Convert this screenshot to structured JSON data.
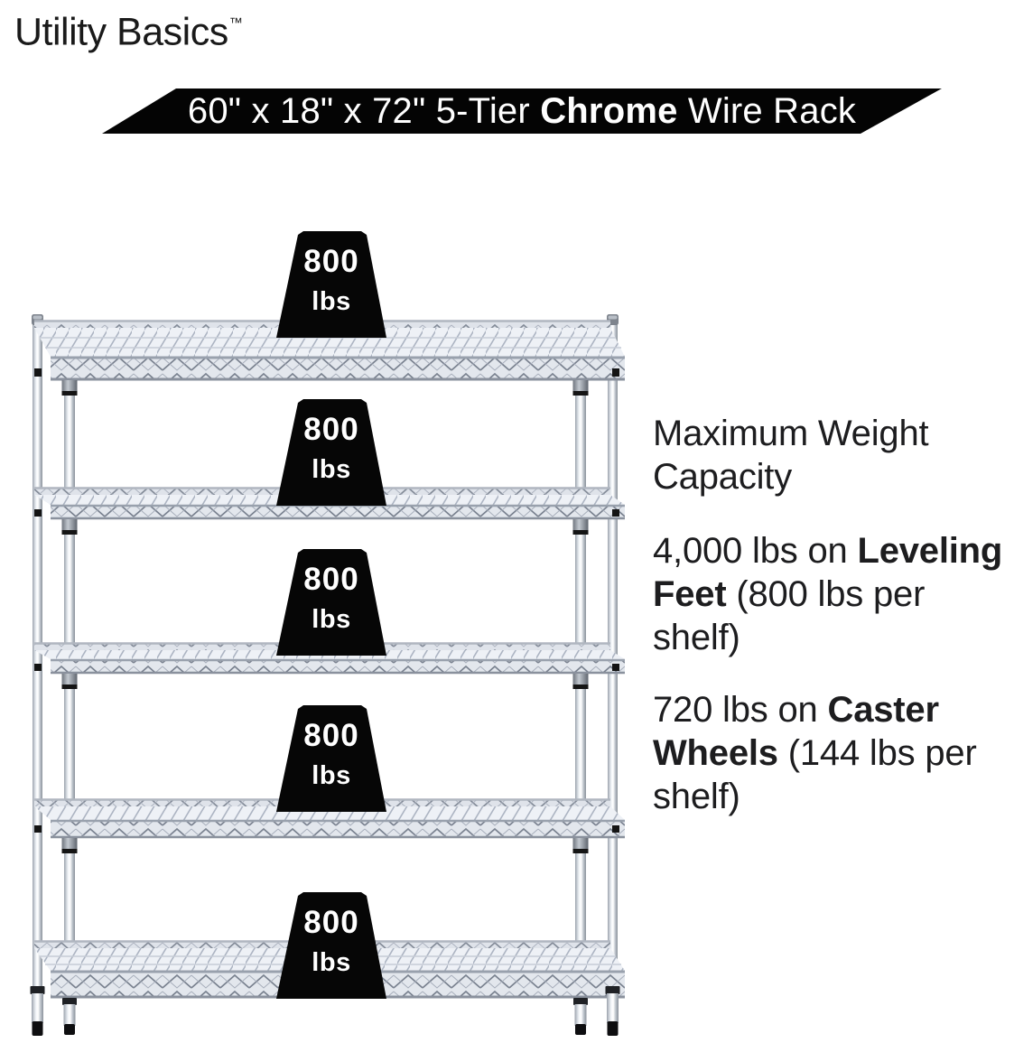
{
  "logo": {
    "text": "Utility Basics",
    "trademark": "™"
  },
  "banner": {
    "prefix": "60\" x 18\" x 72\" 5-Tier ",
    "bold": "Chrome",
    "suffix": " Wire Rack",
    "background": "#000000",
    "text_color": "#ffffff"
  },
  "product": {
    "type": "5-Tier Chrome Wire Rack",
    "shelf_count": 5,
    "weights": [
      {
        "value": "800",
        "unit": "lbs"
      },
      {
        "value": "800",
        "unit": "lbs"
      },
      {
        "value": "800",
        "unit": "lbs"
      },
      {
        "value": "800",
        "unit": "lbs"
      },
      {
        "value": "800",
        "unit": "lbs"
      }
    ]
  },
  "info": {
    "heading": "Maximum Weight Capacity",
    "items": [
      {
        "prefix": "4,000 lbs on ",
        "bold": "Leveling Feet",
        "suffix": " (800 lbs per shelf)"
      },
      {
        "prefix": "720 lbs on ",
        "bold": "Caster Wheels",
        "suffix": " (144 lbs per shelf)"
      }
    ]
  },
  "colors": {
    "background": "#ffffff",
    "banner_background": "#000000",
    "banner_text": "#ffffff",
    "weight_badge": "#000000",
    "weight_text": "#ffffff",
    "body_text": "#1d1d1f",
    "logo_text": "#1a1a1a",
    "chrome_light": "#eef1f6",
    "chrome_mid": "#aab2c0",
    "chrome_dark": "#6f757e"
  }
}
